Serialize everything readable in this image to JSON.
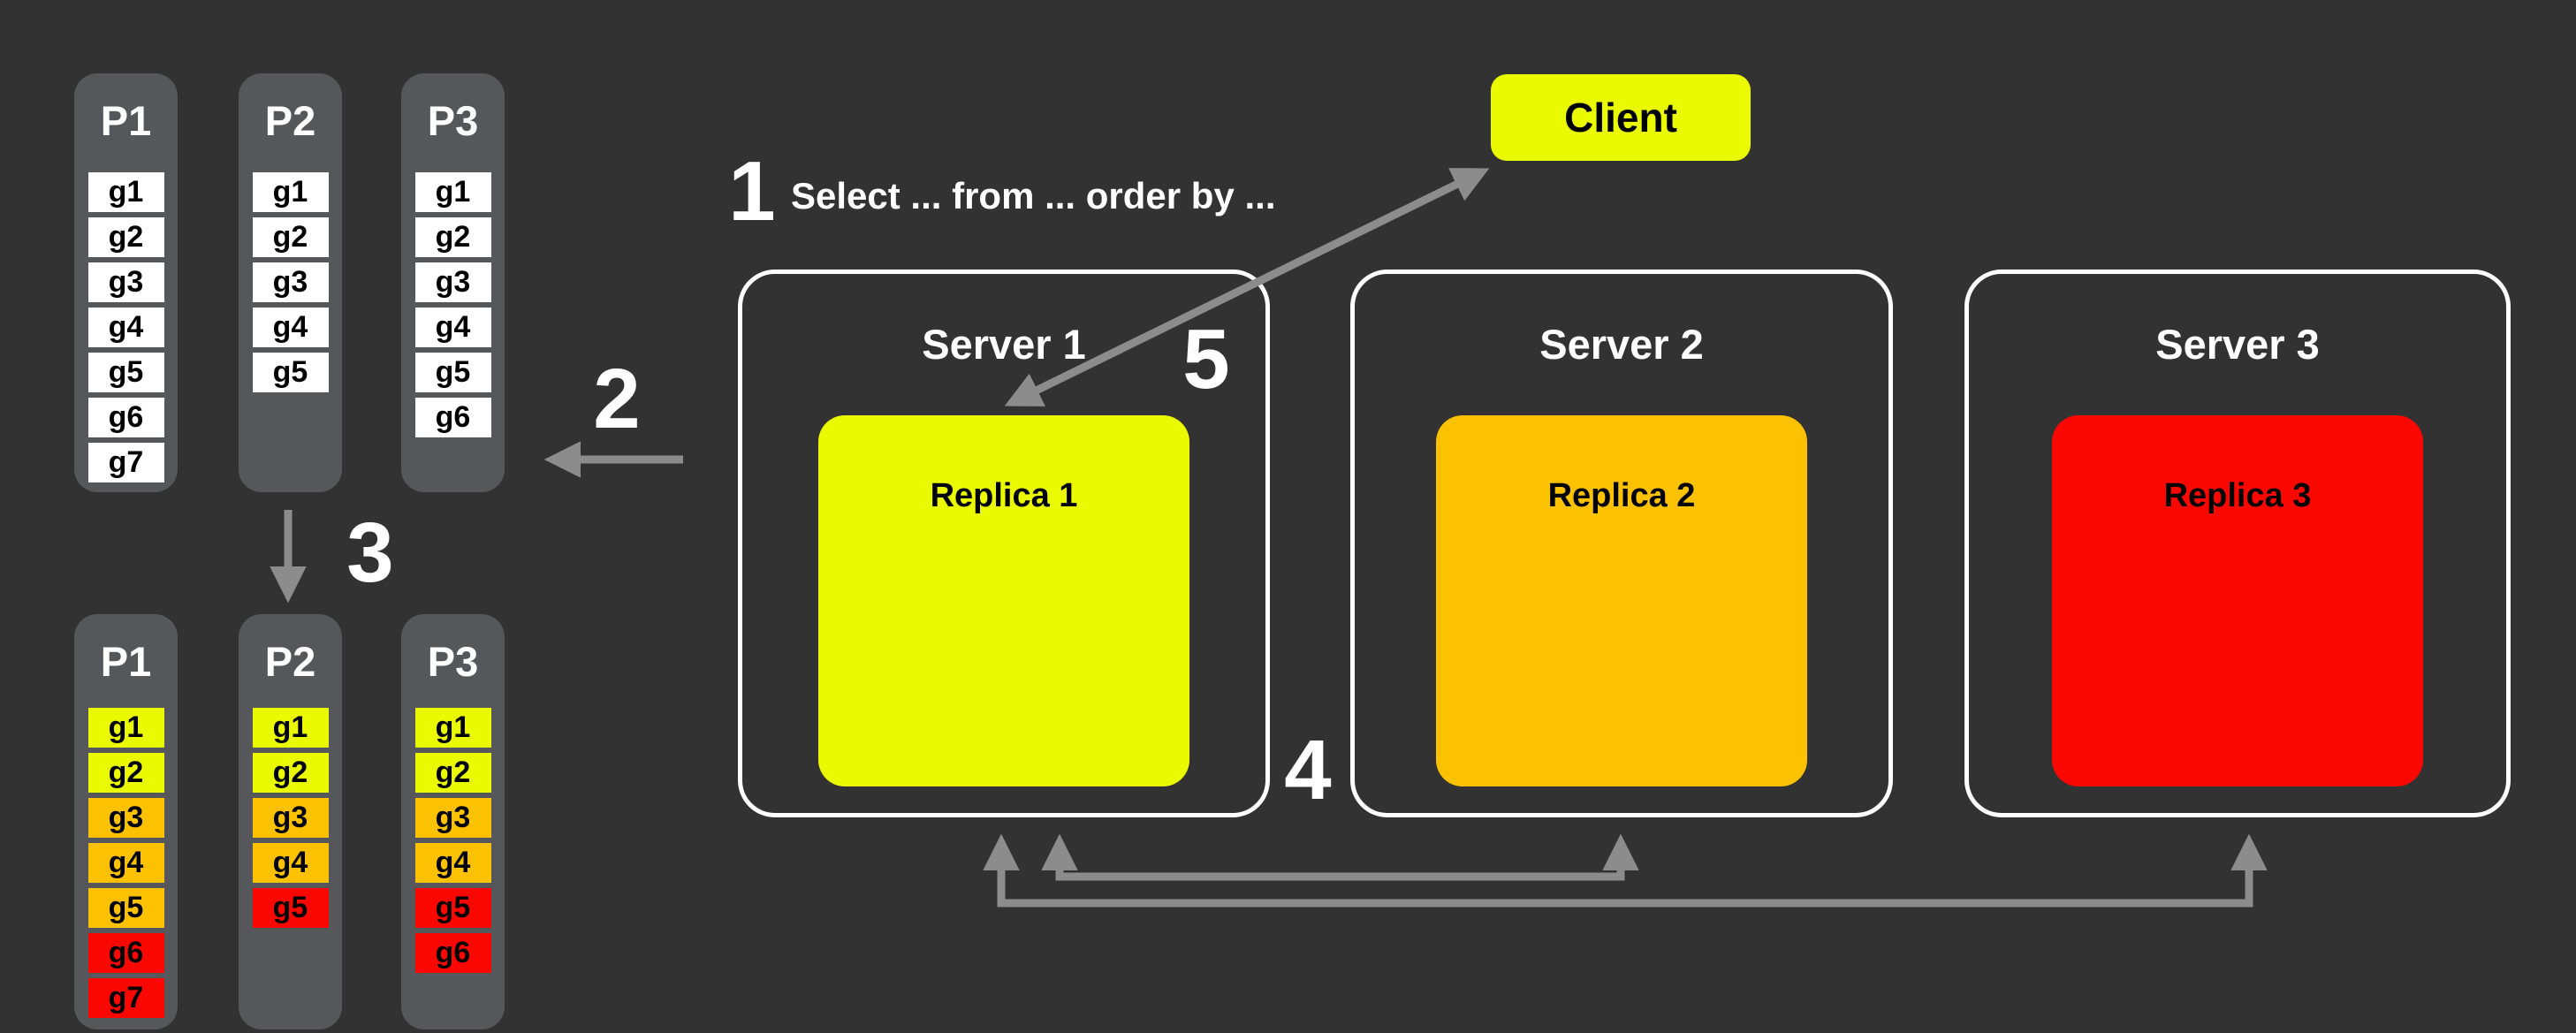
{
  "colors": {
    "background": "#323233",
    "panel_gray": "#55575B",
    "arrow_gray": "#8C8C8C",
    "item_white": "#FFFFFF",
    "hot_yellow": "#EAFA00",
    "warm_orange": "#FCC101",
    "cold_red": "#FB0702"
  },
  "steps": {
    "s1": {
      "num": "1",
      "caption": "Select ... from ... order by ..."
    },
    "s2": {
      "num": "2"
    },
    "s3": {
      "num": "3"
    },
    "s4": {
      "num": "4"
    },
    "s5": {
      "num": "5"
    }
  },
  "client": {
    "label": "Client"
  },
  "servers": [
    {
      "title": "Server 1",
      "replica": {
        "label": "Replica 1",
        "tone": "tone-yellow"
      }
    },
    {
      "title": "Server 2",
      "replica": {
        "label": "Replica 2",
        "tone": "tone-orange"
      }
    },
    {
      "title": "Server 3",
      "replica": {
        "label": "Replica 3",
        "tone": "tone-red"
      }
    }
  ],
  "partitions_before": {
    "columns": [
      {
        "title": "P1",
        "items": [
          {
            "label": "g1",
            "tone": "tone-white"
          },
          {
            "label": "g2",
            "tone": "tone-white"
          },
          {
            "label": "g3",
            "tone": "tone-white"
          },
          {
            "label": "g4",
            "tone": "tone-white"
          },
          {
            "label": "g5",
            "tone": "tone-white"
          },
          {
            "label": "g6",
            "tone": "tone-white"
          },
          {
            "label": "g7",
            "tone": "tone-white"
          }
        ]
      },
      {
        "title": "P2",
        "items": [
          {
            "label": "g1",
            "tone": "tone-white"
          },
          {
            "label": "g2",
            "tone": "tone-white"
          },
          {
            "label": "g3",
            "tone": "tone-white"
          },
          {
            "label": "g4",
            "tone": "tone-white"
          },
          {
            "label": "g5",
            "tone": "tone-white"
          }
        ]
      },
      {
        "title": "P3",
        "items": [
          {
            "label": "g1",
            "tone": "tone-white"
          },
          {
            "label": "g2",
            "tone": "tone-white"
          },
          {
            "label": "g3",
            "tone": "tone-white"
          },
          {
            "label": "g4",
            "tone": "tone-white"
          },
          {
            "label": "g5",
            "tone": "tone-white"
          },
          {
            "label": "g6",
            "tone": "tone-white"
          }
        ]
      }
    ]
  },
  "partitions_after": {
    "columns": [
      {
        "title": "P1",
        "items": [
          {
            "label": "g1",
            "tone": "tone-yellow"
          },
          {
            "label": "g2",
            "tone": "tone-yellow"
          },
          {
            "label": "g3",
            "tone": "tone-orange"
          },
          {
            "label": "g4",
            "tone": "tone-orange"
          },
          {
            "label": "g5",
            "tone": "tone-orange"
          },
          {
            "label": "g6",
            "tone": "tone-red"
          },
          {
            "label": "g7",
            "tone": "tone-red"
          }
        ]
      },
      {
        "title": "P2",
        "items": [
          {
            "label": "g1",
            "tone": "tone-yellow"
          },
          {
            "label": "g2",
            "tone": "tone-yellow"
          },
          {
            "label": "g3",
            "tone": "tone-orange"
          },
          {
            "label": "g4",
            "tone": "tone-orange"
          },
          {
            "label": "g5",
            "tone": "tone-red"
          }
        ]
      },
      {
        "title": "P3",
        "items": [
          {
            "label": "g1",
            "tone": "tone-yellow"
          },
          {
            "label": "g2",
            "tone": "tone-yellow"
          },
          {
            "label": "g3",
            "tone": "tone-orange"
          },
          {
            "label": "g4",
            "tone": "tone-orange"
          },
          {
            "label": "g5",
            "tone": "tone-red"
          },
          {
            "label": "g6",
            "tone": "tone-red"
          }
        ]
      }
    ]
  }
}
